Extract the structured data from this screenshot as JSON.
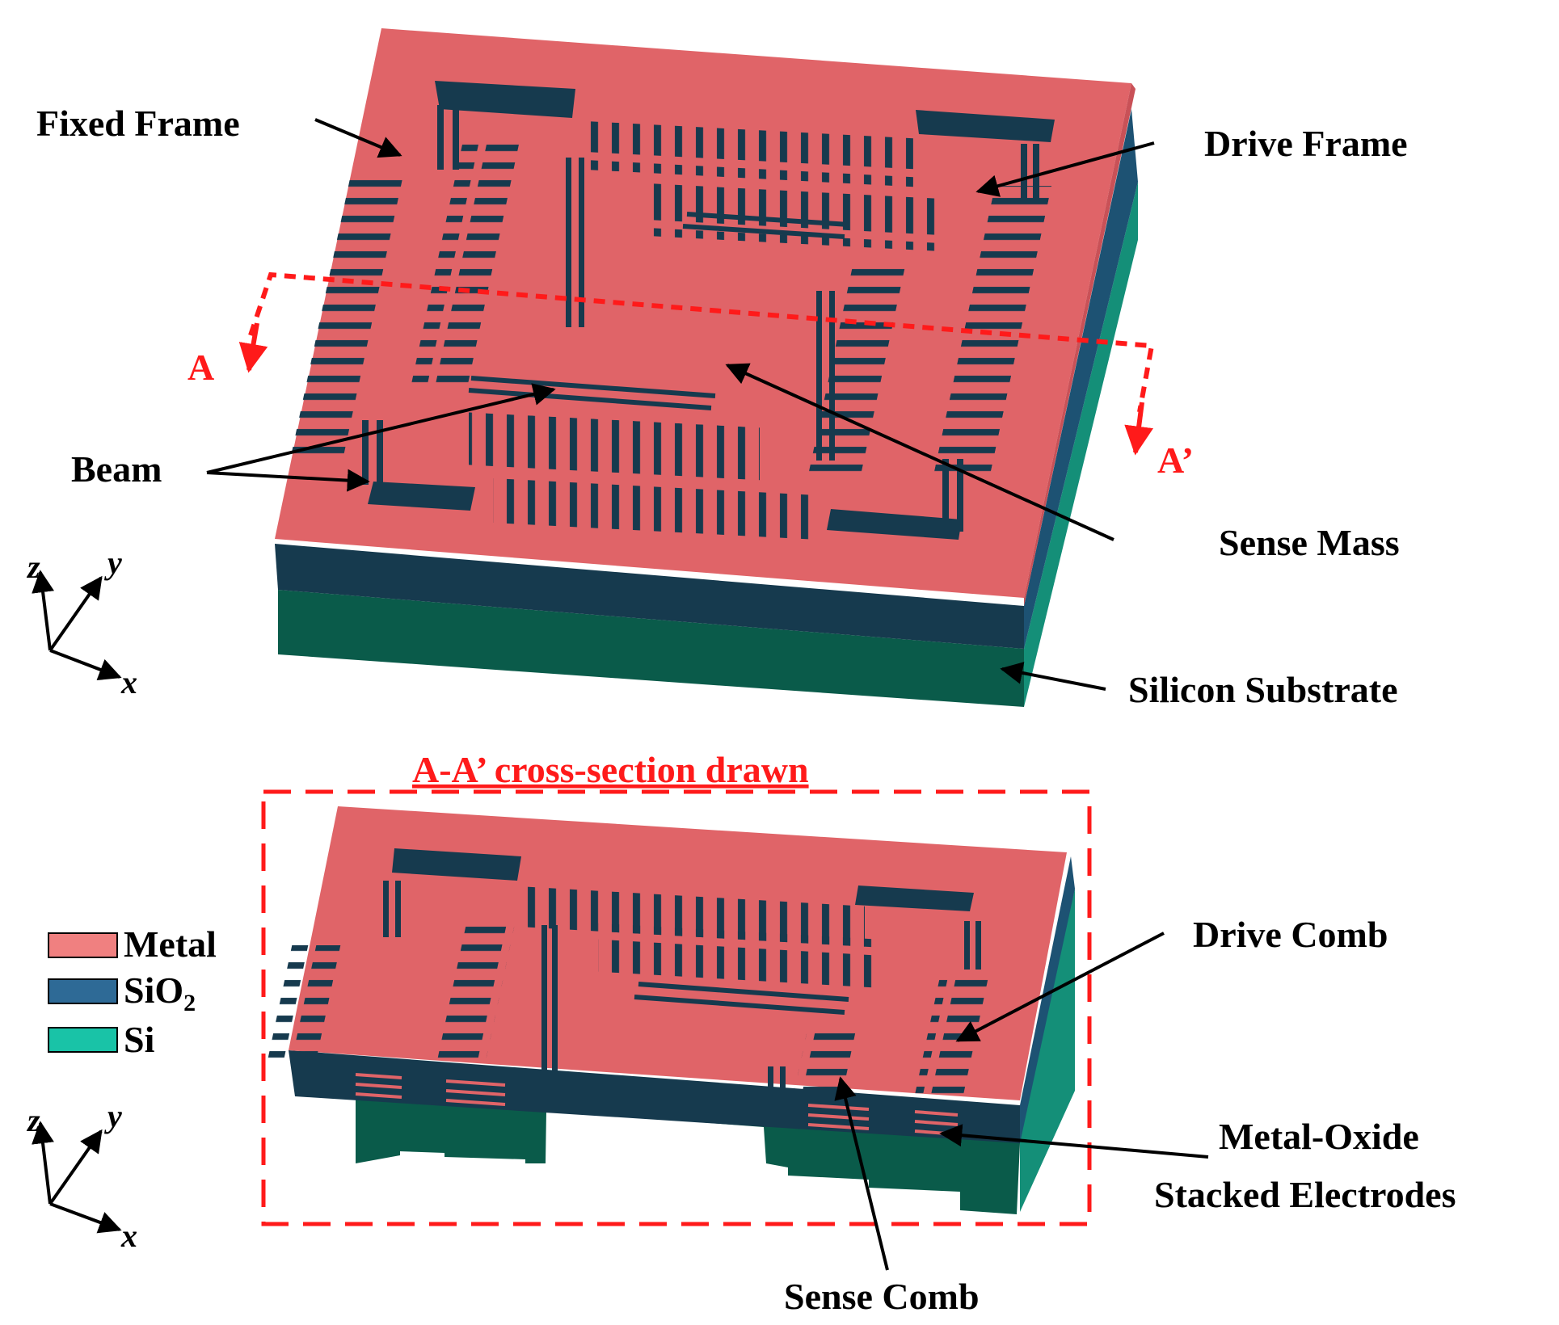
{
  "labels": {
    "fixed_frame": "Fixed Frame",
    "drive_frame": "Drive Frame",
    "beam": "Beam",
    "sense_mass": "Sense Mass",
    "silicon_substrate": "Silicon Substrate",
    "section_a": "A",
    "section_a_prime": "A’",
    "cross_section_title": "A-A’  cross-section drawn",
    "drive_comb": "Drive Comb",
    "metal_oxide_line1": "Metal-Oxide",
    "metal_oxide_line2": "Stacked Electrodes",
    "sense_comb": "Sense Comb"
  },
  "legend": [
    {
      "label": "Metal",
      "color": "#f08080"
    },
    {
      "label": "SiO",
      "subscript": "2",
      "color": "#2e6a96"
    },
    {
      "label": "Si",
      "color": "#19c3a7"
    }
  ],
  "axes": {
    "z": "z",
    "y": "y",
    "x": "x"
  },
  "colors": {
    "metal_top": "#e06468",
    "metal_edge": "#c95157",
    "oxide": "#163a4e",
    "oxide_side": "#1d5273",
    "silicon_front": "#0a5b4a",
    "silicon_side": "#148f78",
    "annotation_red": "#ff1a1a"
  }
}
